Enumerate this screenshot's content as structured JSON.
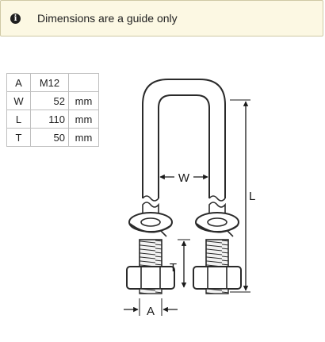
{
  "notice": {
    "icon": "info-icon",
    "text": "Dimensions are a guide only"
  },
  "dimensions_table": {
    "rows": [
      {
        "symbol": "A",
        "value": "M12",
        "unit": ""
      },
      {
        "symbol": "W",
        "value": "52",
        "unit": "mm"
      },
      {
        "symbol": "L",
        "value": "110",
        "unit": "mm"
      },
      {
        "symbol": "T",
        "value": "50",
        "unit": "mm"
      }
    ]
  },
  "diagram": {
    "labels": {
      "W": "W",
      "L": "L",
      "T": "T",
      "A": "A"
    }
  }
}
